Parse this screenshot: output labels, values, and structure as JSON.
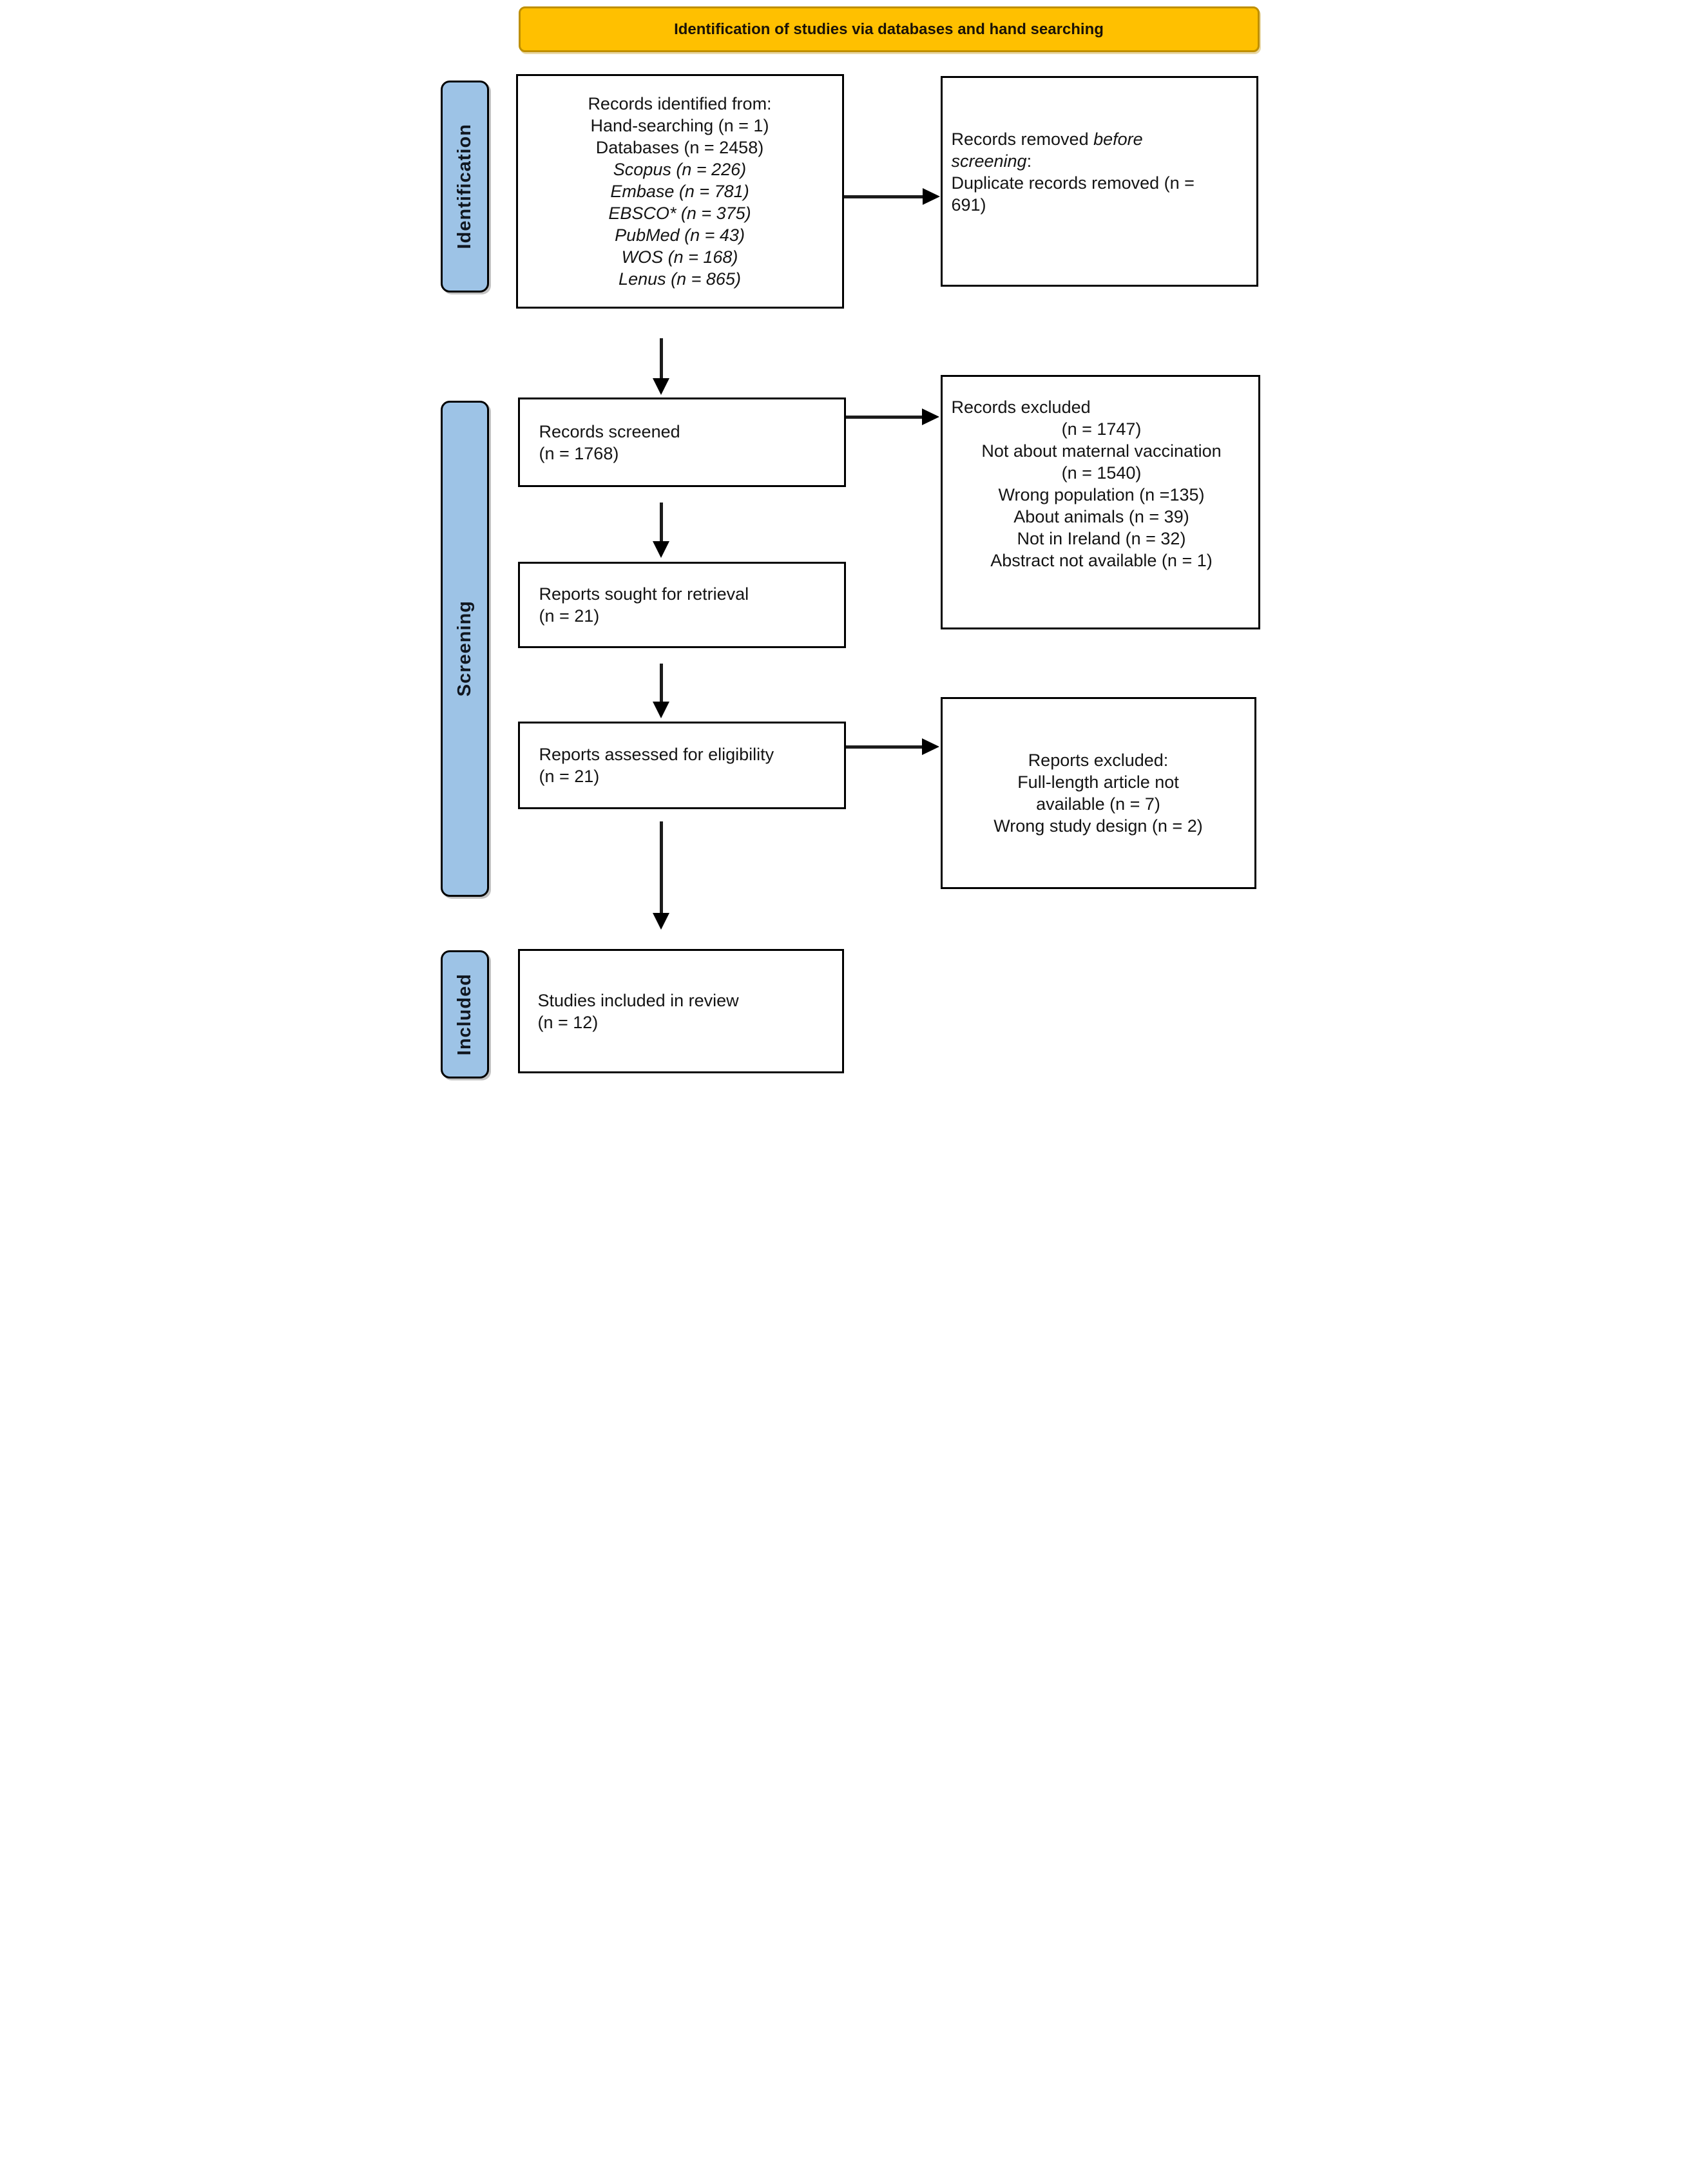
{
  "banner": {
    "title": "Identification of studies via databases and hand searching"
  },
  "stages": {
    "identification": "Identification",
    "screening": "Screening",
    "included": "Included"
  },
  "boxes": {
    "identified": {
      "lines": [
        "Records identified from:",
        "Hand-searching (n = 1)",
        "Databases (n = 2458)",
        "Scopus (n = 226)",
        "Embase (n = 781)",
        "EBSCO* (n = 375)",
        "PubMed (n = 43)",
        "WOS (n = 168)",
        "Lenus (n = 865)"
      ]
    },
    "removed": {
      "l1a": "Records removed ",
      "l1b": "before",
      "l2a": "screening",
      "l2b": ":",
      "l3": "Duplicate records removed (n =",
      "l4": "691)"
    },
    "screened": {
      "l1": "Records screened",
      "l2": "(n = 1768)"
    },
    "records_excluded": {
      "title": "Records excluded",
      "lines": [
        "(n = 1747)",
        "Not about maternal vaccination",
        "(n = 1540)",
        "Wrong population (n =135)",
        "About animals (n = 39)",
        "Not in Ireland (n = 32)",
        "Abstract not available (n = 1)"
      ]
    },
    "sought": {
      "l1": "Reports sought for retrieval",
      "l2": "(n = 21)"
    },
    "assessed": {
      "l1": "Reports assessed for eligibility",
      "l2": "(n = 21)"
    },
    "reports_excluded": {
      "lines": [
        "Reports excluded:",
        "Full-length article not",
        "available (n = 7)",
        "Wrong study design (n = 2)"
      ]
    },
    "included": {
      "l1": "Studies included in review",
      "l2": "(n = 12)"
    }
  },
  "colors": {
    "banner_fill": "#FFC000",
    "banner_border": "#BF8F00",
    "stage_fill": "#9DC3E6",
    "box_border": "#000000",
    "arrow": "#1A1A1A",
    "text": "#141414"
  }
}
